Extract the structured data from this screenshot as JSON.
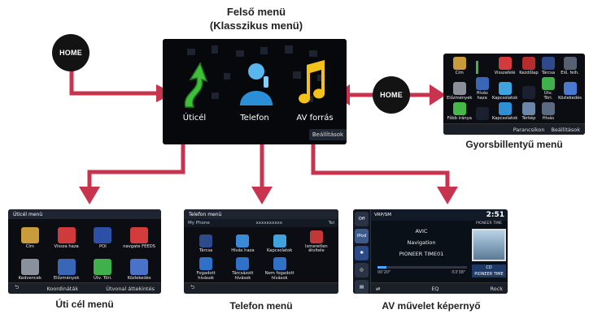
{
  "labels": {
    "top_menu_line1": "Felső menü",
    "top_menu_line2": "(Klasszikus menü)",
    "shortcut_menu": "Gyorsbillentyű menü",
    "dest_menu": "Úti cél menü",
    "phone_menu": "Telefon menü",
    "av_screen": "AV művelet képernyő"
  },
  "home_button": "HOME",
  "top_menu": {
    "items": [
      "Úticél",
      "Telefon",
      "AV forrás"
    ],
    "settings": "Beállítások"
  },
  "shortcut_screen": {
    "items": [
      "Cím",
      "",
      "Visszafelé",
      "Kezdőlap",
      "Tárcsa",
      "Elő. felh.",
      "Előzmények",
      "Hívás haza",
      "Kapcsolatok",
      "",
      "Útv. Töri.",
      "Közlekedés",
      "Főbb iránya",
      "",
      "Kapcsolatok",
      "Térkép",
      "Hívás"
    ],
    "commands": "Parancsikon",
    "settings": "Beállítások"
  },
  "dest_screen": {
    "title": "Úticél menü",
    "items": [
      "Cím",
      "Vissza haza",
      "POI",
      "navgate FEEDS",
      "Kedvencek",
      "Előzmények",
      "Útv. Töri.",
      "Közlekedés"
    ],
    "bottom": [
      "Koordináták",
      "Útvonal áttekintés"
    ]
  },
  "phone_screen": {
    "title": "Telefon menü",
    "my_phone": "My Phone",
    "number": "xxxxxxxxxx",
    "signal": "Tel",
    "items": [
      "Tárcsa",
      "Hívás haza",
      "Kapcsolatok",
      "Ismeretlen átvitele",
      "Fogadott hívások",
      "Tárcsázott hívások",
      "Nem fogadott hívások"
    ]
  },
  "av_screen": {
    "side": [
      "Off",
      "iPod",
      "",
      "",
      ""
    ],
    "top_left": "VRP/SM",
    "time": "2:51",
    "track": "AVIC",
    "album": "Navigation",
    "artist": "PIONEER TIME01",
    "corner": "PIONEER TIME",
    "elapsed": "00'20\"",
    "remaining": "-53'38\"",
    "eq": "EQ",
    "rock": "Rock",
    "cover_caption_1": "CD",
    "cover_caption_2": "PIONEER TIME"
  },
  "colors": {
    "arrow": "#c8334d",
    "screen_bg": "#0b0d12",
    "home_bg": "#131313"
  }
}
